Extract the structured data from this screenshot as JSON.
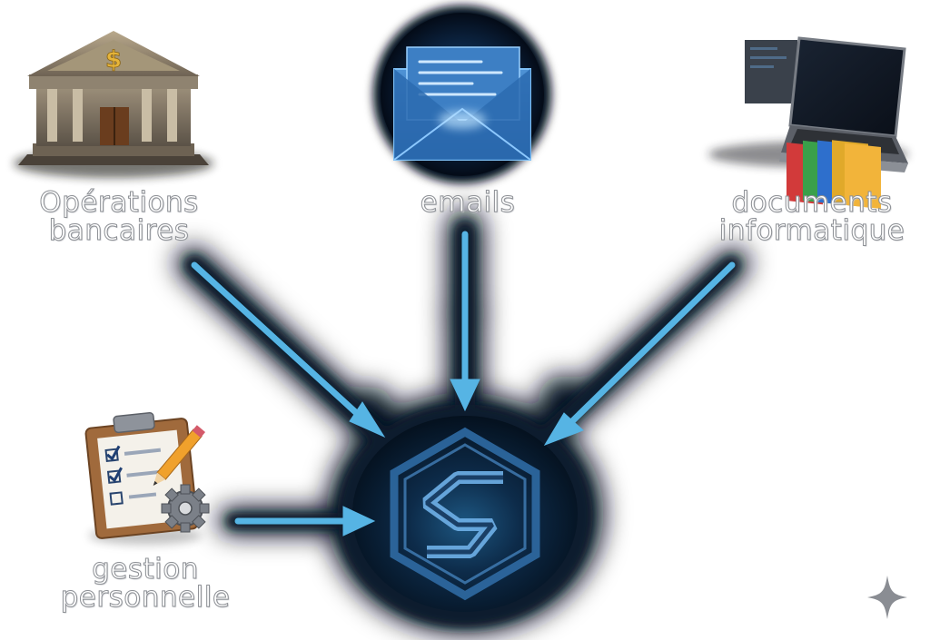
{
  "sources": [
    {
      "id": "bank",
      "icon": "bank-building-icon",
      "line1": "Opérations",
      "line2": "bancaires"
    },
    {
      "id": "emails",
      "icon": "envelope-icon",
      "line1": "emails",
      "line2": ""
    },
    {
      "id": "docs",
      "icon": "laptop-folders-icon",
      "line1": "documents",
      "line2": "informatique"
    },
    {
      "id": "gestion",
      "icon": "clipboard-checklist-icon",
      "line1": "gestion",
      "line2": "personnelle"
    }
  ],
  "hub": {
    "icon": "hexagon-s-logo-icon"
  },
  "corner": {
    "icon": "sparkle-icon"
  },
  "colors": {
    "glow_dark": "#06101e",
    "glow_mid": "#0e2a45",
    "arrow": "#56b4e4",
    "hex_blue": "#3a6fa8",
    "label_stroke": "#8e9196"
  }
}
